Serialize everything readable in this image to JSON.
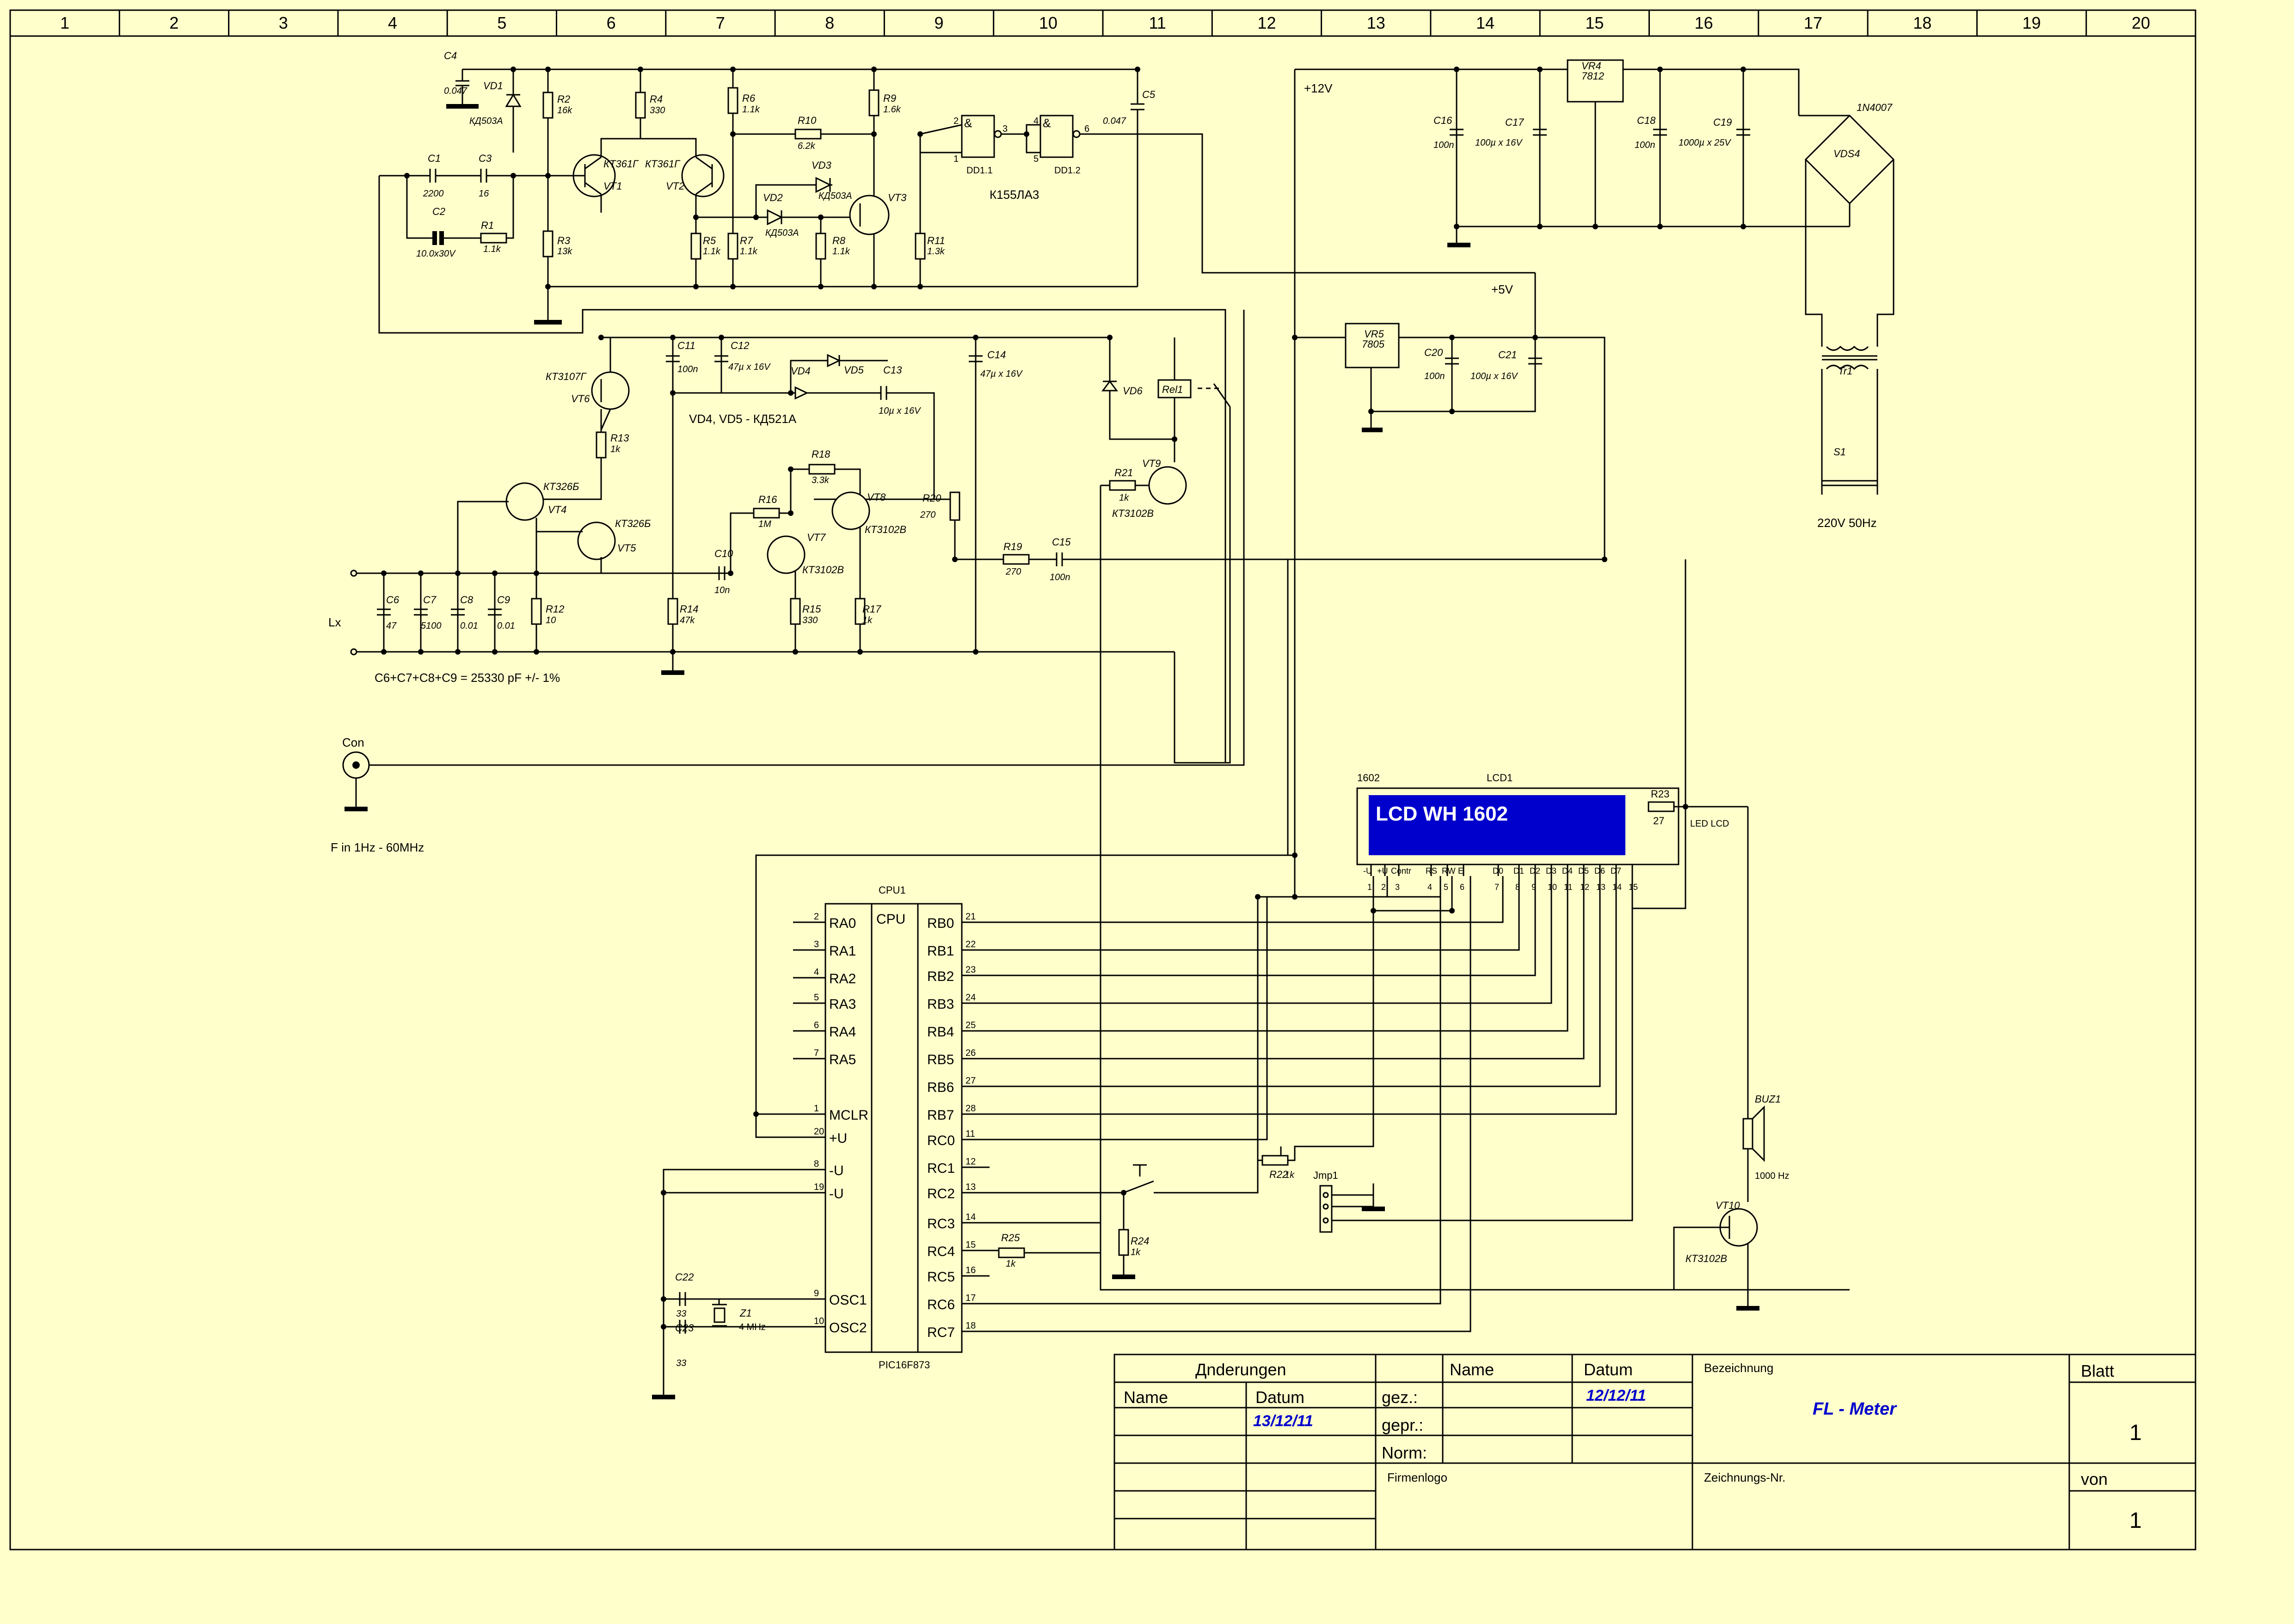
{
  "grid": {
    "columns": [
      "1",
      "2",
      "3",
      "4",
      "5",
      "6",
      "7",
      "8",
      "9",
      "10",
      "11",
      "12",
      "13",
      "14",
      "15",
      "16",
      "17",
      "18",
      "19",
      "20"
    ]
  },
  "power": {
    "v12": "+12V",
    "v5": "+5V"
  },
  "supply": {
    "vr4": {
      "ref": "VR4",
      "val": "7812"
    },
    "vr5": {
      "ref": "VR5",
      "val": "7805"
    },
    "c16": {
      "ref": "C16",
      "val": "100n"
    },
    "c17": {
      "ref": "C17",
      "val": "100µ x 16V"
    },
    "c18": {
      "ref": "C18",
      "val": "100n"
    },
    "c19": {
      "ref": "C19",
      "val": "1000µ x 25V"
    },
    "c20": {
      "ref": "C20",
      "val": "100n"
    },
    "c21": {
      "ref": "C21",
      "val": "100µ x 16V"
    },
    "bridge": {
      "ref": "VDS4",
      "val": "1N4007"
    },
    "tr": "Tr1",
    "switch": "S1",
    "mains": "220V 50Hz"
  },
  "osc": {
    "c4": {
      "ref": "C4",
      "val": "0.047"
    },
    "vd1": {
      "ref": "VD1",
      "val": "КД503А"
    },
    "r2": {
      "ref": "R2",
      "val": "16k"
    },
    "r4": {
      "ref": "R4",
      "val": "330"
    },
    "r6": {
      "ref": "R6",
      "val": "1.1k"
    },
    "r9": {
      "ref": "R9",
      "val": "1.6k"
    },
    "c5": {
      "ref": "C5",
      "val": "0.047"
    },
    "c1": {
      "ref": "C1",
      "val": "2200"
    },
    "c3": {
      "ref": "C3",
      "val": "16"
    },
    "c2": {
      "ref": "C2",
      "val": "10.0x30V"
    },
    "r1": {
      "ref": "R1",
      "val": "1.1k"
    },
    "vt1": {
      "ref": "VT1",
      "type": "КТ361Г"
    },
    "vt2": {
      "ref": "VT2",
      "type": "КТ361Г"
    },
    "r10": {
      "ref": "R10",
      "val": "6.2k"
    },
    "vd2": {
      "ref": "VD2",
      "val": "КД503А"
    },
    "vd3": {
      "ref": "VD3",
      "val": "КД503А"
    },
    "vt3": {
      "ref": "VT3"
    },
    "r3": {
      "ref": "R3",
      "val": "13k"
    },
    "r5": {
      "ref": "R5",
      "val": "1.1k"
    },
    "r7": {
      "ref": "R7",
      "val": "1.1k"
    },
    "r8": {
      "ref": "R8",
      "val": "1.1k"
    },
    "r11": {
      "ref": "R11",
      "val": "1.3k"
    },
    "dd11": "DD1.1",
    "dd12": "DD1.2",
    "gate_chip": "К155ЛА3",
    "gate_sym": "&",
    "pins": {
      "p1": "1",
      "p2": "2",
      "p3": "3",
      "p4": "4",
      "p5": "5",
      "p6": "6"
    }
  },
  "lc": {
    "vt6": {
      "ref": "VT6",
      "type": "КТ3107Г"
    },
    "c11": {
      "ref": "C11",
      "val": "100n"
    },
    "c12": {
      "ref": "C12",
      "val": "47µ x 16V"
    },
    "vd4": {
      "ref": "VD4"
    },
    "vd5": {
      "ref": "VD5"
    },
    "c13": {
      "ref": "C13",
      "val": "10µ x 16V"
    },
    "c14": {
      "ref": "C14",
      "val": "47µ x 16V"
    },
    "vd_note": "VD4, VD5 - КД521А",
    "r13": {
      "ref": "R13",
      "val": "1k"
    },
    "vt4": {
      "ref": "VT4",
      "type": "КТ326Б"
    },
    "vt5": {
      "ref": "VT5",
      "type": "КТ326Б"
    },
    "r18": {
      "ref": "R18",
      "val": "3.3k"
    },
    "r16": {
      "ref": "R16",
      "val": "1M"
    },
    "vt8": {
      "ref": "VT8",
      "type": "КТ3102В"
    },
    "vt7": {
      "ref": "VT7",
      "type": "КТ3102В"
    },
    "r20": {
      "ref": "R20",
      "val": "270"
    },
    "c10": {
      "ref": "C10",
      "val": "10n"
    },
    "r19": {
      "ref": "R19",
      "val": "270"
    },
    "c15": {
      "ref": "C15",
      "val": "100n"
    },
    "c6": {
      "ref": "C6",
      "val": "47"
    },
    "c7": {
      "ref": "C7",
      "val": "5100"
    },
    "c8": {
      "ref": "C8",
      "val": "0.01"
    },
    "c9": {
      "ref": "C9",
      "val": "0.01"
    },
    "r12": {
      "ref": "R12",
      "val": "10"
    },
    "r14": {
      "ref": "R14",
      "val": "47k"
    },
    "r15": {
      "ref": "R15",
      "val": "330"
    },
    "r17": {
      "ref": "R17",
      "val": "1k"
    },
    "lx": "Lx",
    "cap_note": "C6+C7+C8+C9 = 25330 pF +/- 1%",
    "vd6": {
      "ref": "VD6"
    },
    "rel": "Rel1",
    "r21": {
      "ref": "R21",
      "val": "1k"
    },
    "vt9": {
      "ref": "VT9",
      "type": "КТ3102В"
    }
  },
  "con": {
    "label": "Con",
    "range": "F in 1Hz - 60MHz"
  },
  "lcd": {
    "ref": "LCD1",
    "part": "1602",
    "screen": "LCD WH 1602",
    "pin_names": [
      "-U",
      "+U",
      "Contr",
      "RS",
      "RW",
      "E",
      "D0",
      "D1",
      "D2",
      "D3",
      "D4",
      "D5",
      "D6",
      "D7"
    ],
    "pin_nums": [
      "1",
      "2",
      "3",
      "4",
      "5",
      "6",
      "7",
      "8",
      "9",
      "10",
      "11",
      "12",
      "13",
      "14",
      "15"
    ],
    "r23": {
      "ref": "R23",
      "val": "27"
    },
    "led": "LED LCD"
  },
  "cpu": {
    "ref": "CPU1",
    "title": "CPU",
    "part": "PIC16F873",
    "left": [
      {
        "n": "2",
        "name": "RA0"
      },
      {
        "n": "3",
        "name": "RA1"
      },
      {
        "n": "4",
        "name": "RA2"
      },
      {
        "n": "5",
        "name": "RA3"
      },
      {
        "n": "6",
        "name": "RA4"
      },
      {
        "n": "7",
        "name": "RA5"
      },
      {
        "n": "1",
        "name": "MCLR"
      },
      {
        "n": "20",
        "name": "+U"
      },
      {
        "n": "8",
        "name": "-U"
      },
      {
        "n": "19",
        "name": "-U"
      },
      {
        "n": "9",
        "name": "OSC1"
      },
      {
        "n": "10",
        "name": "OSC2"
      }
    ],
    "right": [
      {
        "n": "21",
        "name": "RB0"
      },
      {
        "n": "22",
        "name": "RB1"
      },
      {
        "n": "23",
        "name": "RB2"
      },
      {
        "n": "24",
        "name": "RB3"
      },
      {
        "n": "25",
        "name": "RB4"
      },
      {
        "n": "26",
        "name": "RB5"
      },
      {
        "n": "27",
        "name": "RB6"
      },
      {
        "n": "28",
        "name": "RB7"
      },
      {
        "n": "11",
        "name": "RC0"
      },
      {
        "n": "12",
        "name": "RC1"
      },
      {
        "n": "13",
        "name": "RC2"
      },
      {
        "n": "14",
        "name": "RC3"
      },
      {
        "n": "15",
        "name": "RC4"
      },
      {
        "n": "16",
        "name": "RC5"
      },
      {
        "n": "17",
        "name": "RC6"
      },
      {
        "n": "18",
        "name": "RC7"
      }
    ]
  },
  "periph": {
    "c22": {
      "ref": "C22",
      "val": "33"
    },
    "c23": {
      "ref": "C23",
      "val": "33"
    },
    "z1": {
      "ref": "Z1",
      "val": "4 MHz"
    },
    "r25": {
      "ref": "R25",
      "val": "1k"
    },
    "r24": {
      "ref": "R24",
      "val": "1k"
    },
    "r22": {
      "ref": "R22",
      "val": "1k"
    },
    "jmp": "Jmp1",
    "buz": {
      "ref": "BUZ1",
      "val": "1000 Hz"
    },
    "vt10": {
      "ref": "VT10",
      "type": "КТ3102В"
    }
  },
  "titleblock": {
    "changes": "Дnderungen",
    "name": "Name",
    "datum": "Datum",
    "change_date": "13/12/11",
    "gez": "gez.:",
    "gepr": "gepr.:",
    "norm": "Norm:",
    "name2": "Name",
    "datum2": "Datum",
    "draw_date": "12/12/11",
    "bezeichnung": "Bezeichnung",
    "title": "FL - Meter",
    "blatt": "Blatt",
    "blatt_num": "1",
    "von": "von",
    "von_num": "1",
    "firmenlogo": "Firmenlogo",
    "zeichnungs_nr": "Zeichnungs-Nr."
  },
  "colors": {
    "background": "#ffffcc",
    "lcd_screen": "#0000cc",
    "title_blue": "#0000cc"
  }
}
